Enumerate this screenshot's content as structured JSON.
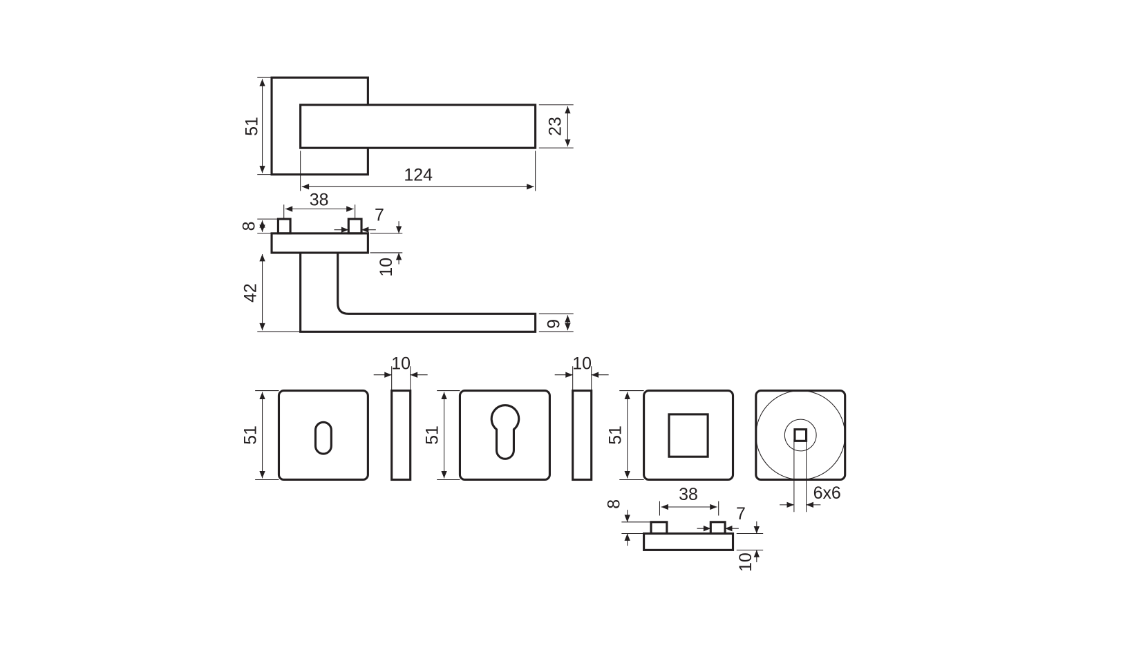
{
  "top_view": {
    "height": "51",
    "lever_height": "23",
    "lever_length": "124"
  },
  "side_view": {
    "post_spacing": "38",
    "post_height": "8",
    "post_width": "7",
    "rose_thickness": "10",
    "projection": "42",
    "lever_thickness": "9"
  },
  "escutcheons": {
    "key": {
      "height": "51",
      "thickness": "10"
    },
    "cylinder": {
      "height": "51",
      "thickness": "10"
    },
    "blank": {
      "height": "51"
    },
    "wc": {
      "spindle": "6x6"
    }
  },
  "escutcheon_side": {
    "post_spacing": "38",
    "post_height": "8",
    "post_width": "7",
    "thickness": "10"
  },
  "colors": {
    "line": "#231f20",
    "background": "#ffffff"
  }
}
